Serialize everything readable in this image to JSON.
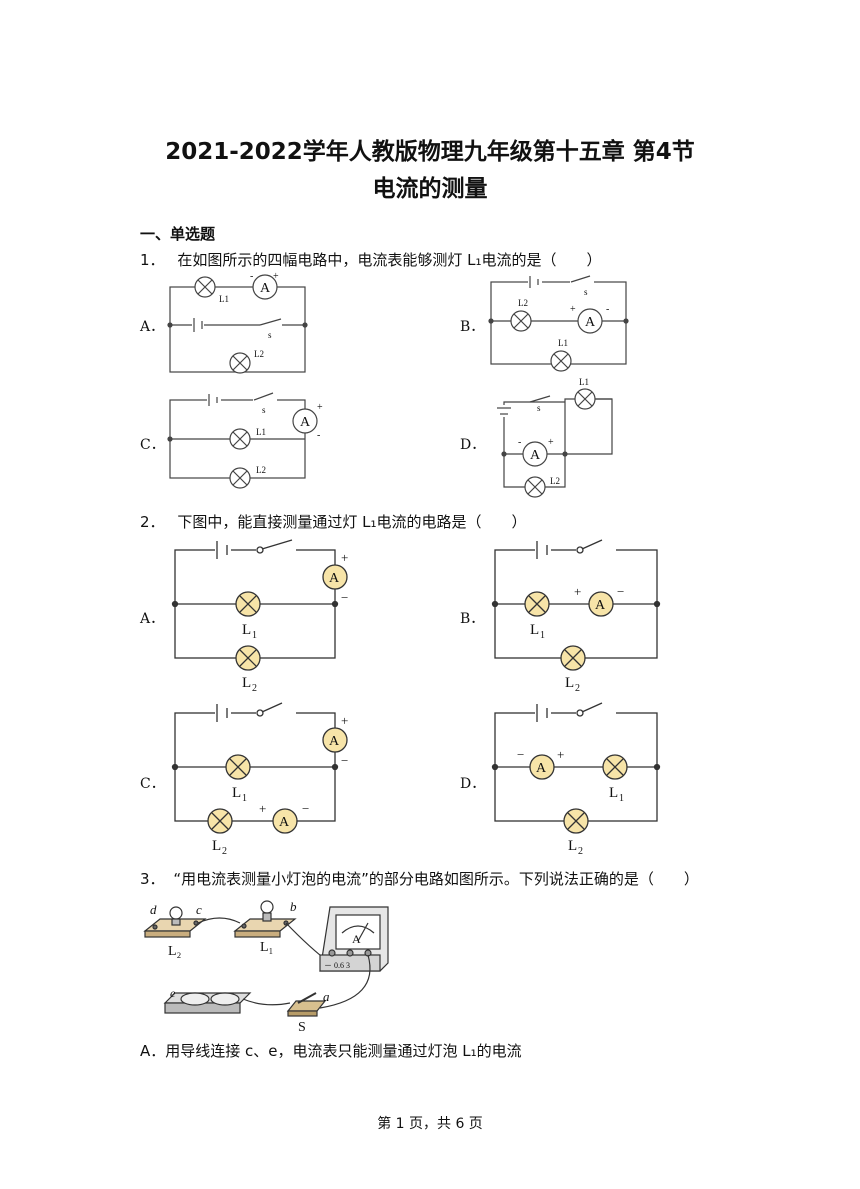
{
  "header": {
    "title_line1": "2021-2022学年人教版物理九年级第十五章 第4节",
    "title_line2": "电流的测量"
  },
  "section": {
    "label": "一、单选题"
  },
  "questions": [
    {
      "number": "1．",
      "stem": "在如图所示的四幅电路中，电流表能够测灯 L₁电流的是（　　）",
      "options": [
        "A．",
        "B．",
        "C．",
        "D．"
      ]
    },
    {
      "number": "2．",
      "stem": "下图中，能直接测量通过灯 L₁电流的电路是（　　）",
      "options": [
        "A．",
        "B．",
        "C．",
        "D．"
      ]
    },
    {
      "number": "3．",
      "stem": "“用电流表测量小灯泡的电流”的部分电路如图所示。下列说法正确的是（　　）",
      "options": [
        "A．用导线连接 c、e，电流表只能测量通过灯泡 L₁的电流"
      ]
    }
  ],
  "circuit_labels": {
    "ammeter": "A",
    "plus": "+",
    "minus": "-",
    "switch": "S",
    "switch_small": "s",
    "L1": "L₁",
    "L2": "L₂",
    "L": "L",
    "sub1": "1",
    "sub2": "2"
  },
  "photo_labels": {
    "d": "d",
    "c": "c",
    "b": "b",
    "e": "e",
    "a": "a",
    "L2": "L₂",
    "L1": "L₁",
    "S": "S",
    "A": "A",
    "scale": "－ 0.6 3"
  },
  "footer": {
    "text": "第 1 页，共 6 页"
  }
}
